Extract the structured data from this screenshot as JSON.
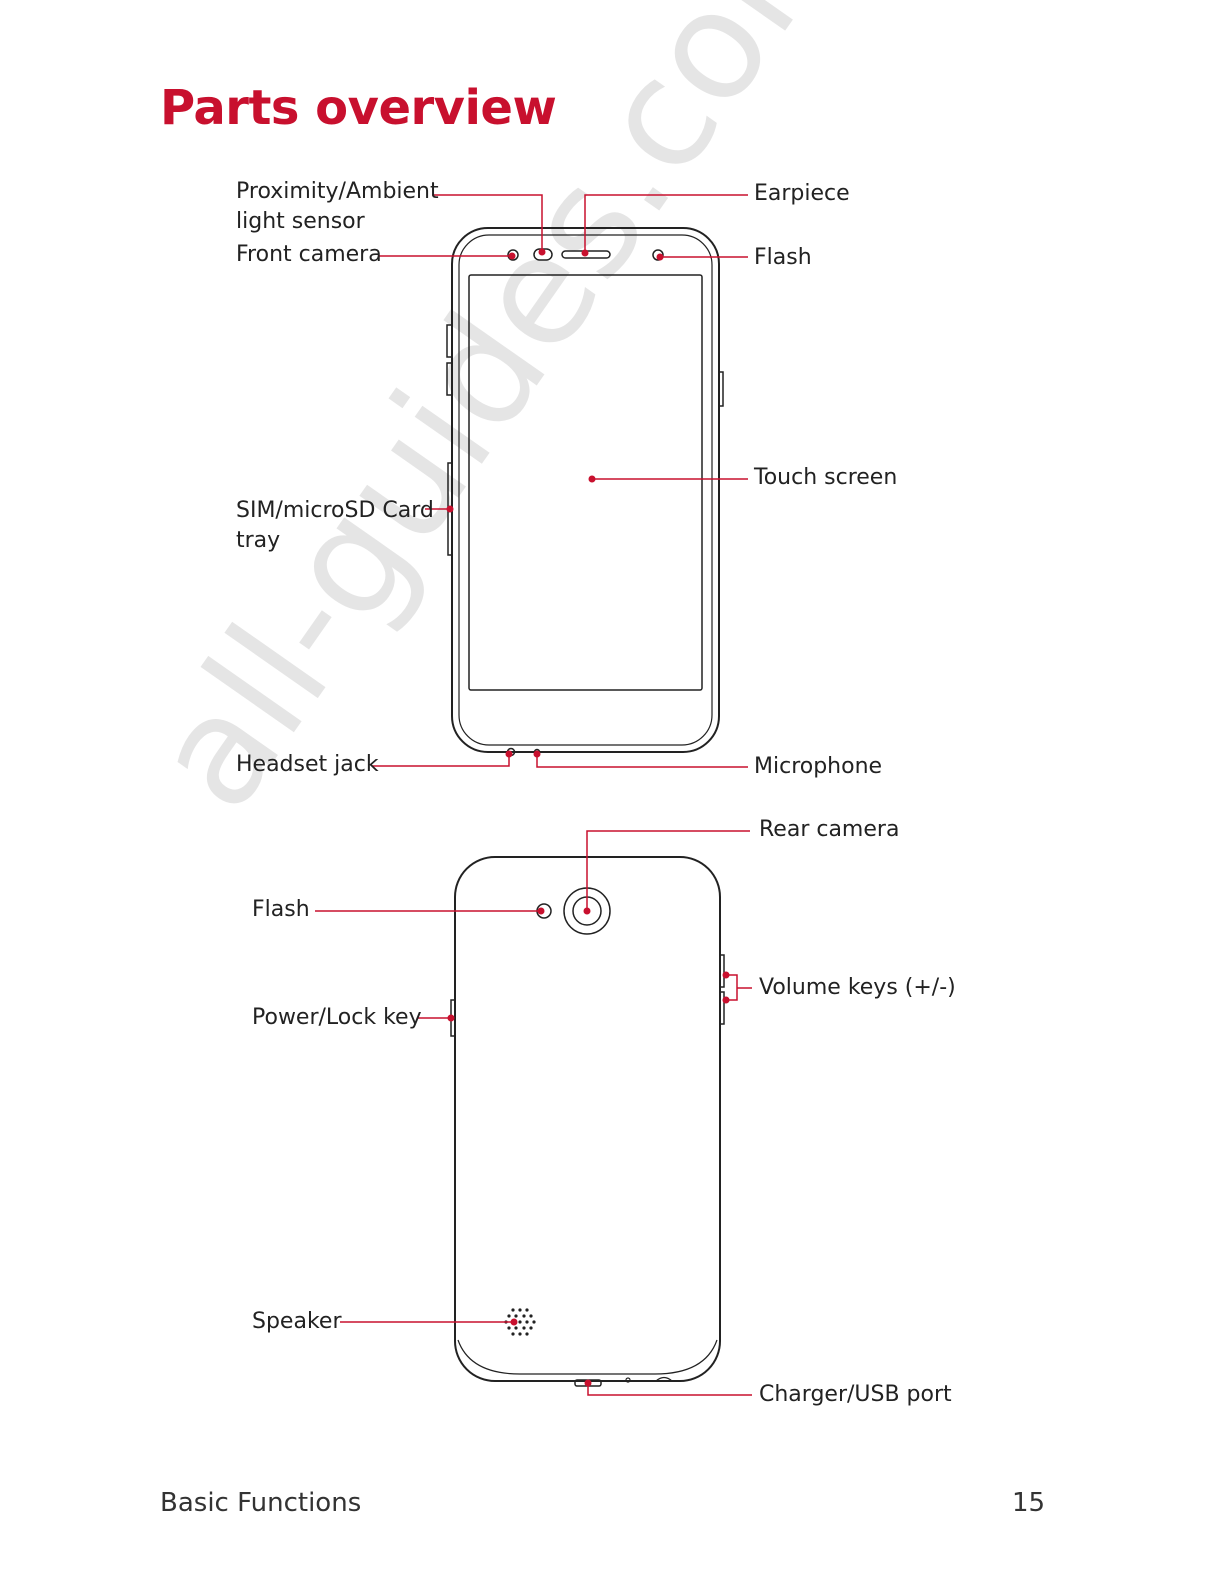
{
  "page": {
    "title": "Parts overview",
    "watermark": "all-guides.com",
    "accent_color": "#c8102e"
  },
  "front": {
    "proximity_sensor": "Proximity/Ambient",
    "proximity_sensor_line2": "light sensor",
    "front_camera": "Front camera",
    "earpiece": "Earpiece",
    "flash": "Flash",
    "touch_screen": "Touch screen",
    "sim_tray": "SIM/microSD Card",
    "sim_tray_line2": "tray",
    "headset_jack": "Headset jack",
    "microphone": "Microphone"
  },
  "back": {
    "rear_camera": "Rear camera",
    "flash": "Flash",
    "volume_keys": "Volume keys (+/-)",
    "power_key": "Power/Lock key",
    "speaker": "Speaker",
    "charger_port": "Charger/USB port"
  },
  "footer": {
    "section": "Basic Functions",
    "page_number": "15"
  }
}
